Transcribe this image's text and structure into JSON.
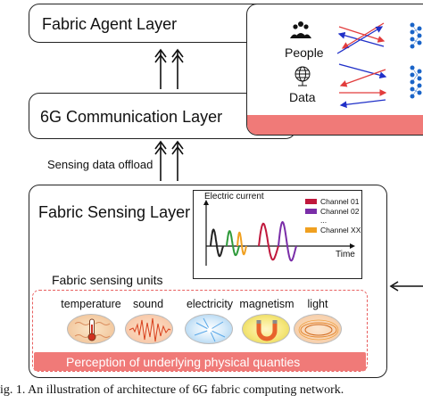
{
  "layers": {
    "agent": "Fabric Agent Layer",
    "communication": "6G Communication Layer",
    "sensing": "Fabric Sensing Layer"
  },
  "side_panel": {
    "people_label": "People",
    "data_label": "Data"
  },
  "offload_label": "Sensing data offload",
  "chart_data": {
    "type": "line",
    "title": "",
    "ylabel": "Electric current",
    "xlabel": "Time",
    "legend": [
      "Channel 01",
      "Channel 02",
      "...",
      "Channel XX"
    ],
    "legend_placement": "top-right",
    "series": [
      {
        "name": "Channel 01",
        "color": "#c0183c"
      },
      {
        "name": "Channel 02",
        "color": "#7a2ea8"
      },
      {
        "name": "Channel XX",
        "color": "#f0a020"
      }
    ],
    "trace_colors": [
      "#222222",
      "#2e9a3a",
      "#f0a020",
      "#c0183c",
      "#7a2ea8"
    ]
  },
  "units": {
    "title": "Fabric sensing units",
    "items": [
      {
        "label": "temperature",
        "icon": "thermometer-icon"
      },
      {
        "label": "sound",
        "icon": "sound-wave-icon"
      },
      {
        "label": "electricity",
        "icon": "electricity-icon"
      },
      {
        "label": "magnetism",
        "icon": "magnet-icon"
      },
      {
        "label": "light",
        "icon": "light-icon"
      }
    ],
    "banner": "Perception of underlying physical quanties"
  },
  "caption": "ig. 1.    An illustration of architecture of 6G fabric computing network.",
  "colors": {
    "banner": "#f07a78",
    "dashed_border": "#e86060",
    "arrow_red": "#e23c3c",
    "arrow_blue": "#2030c8",
    "node_blue": "#1a64c8"
  }
}
